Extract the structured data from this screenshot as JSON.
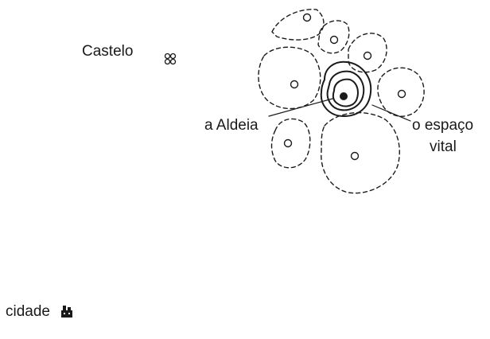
{
  "labels": {
    "castle": "Castelo",
    "village": "a Aldeia",
    "vital_space_line1": "o espaço",
    "vital_space_line2": "vital",
    "city": "cidade"
  },
  "icons": {
    "castle": "castle-symbol-icon",
    "city": "city-symbol-icon"
  },
  "colors": {
    "ink": "#1a1a1a",
    "background": "#ffffff"
  }
}
